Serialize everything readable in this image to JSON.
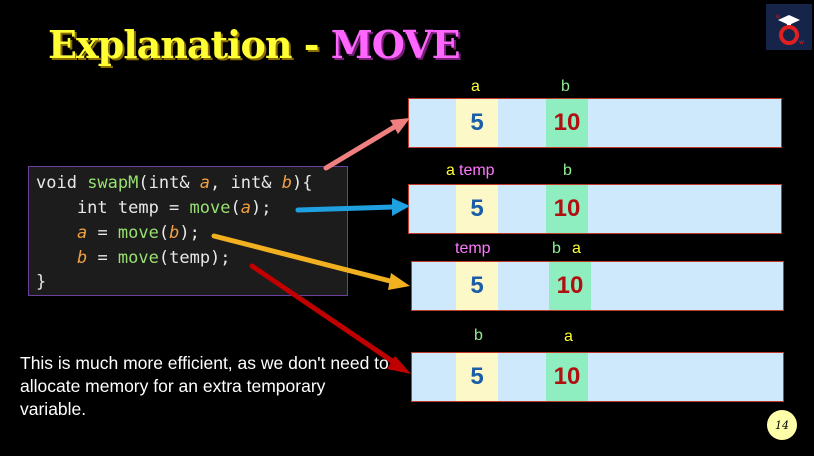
{
  "title": {
    "part1": "Explanation - ",
    "part2": "MOVE"
  },
  "code": {
    "line1": {
      "a": "void ",
      "b": "swapM",
      "c": "(int& ",
      "d": "a",
      "e": ", int& ",
      "f": "b",
      "g": "){"
    },
    "line2": {
      "a": "    int temp = ",
      "b": "move",
      "c": "(",
      "d": "a",
      "e": ");"
    },
    "line3": {
      "a": "    ",
      "b": "a",
      "c": " = ",
      "d": "move",
      "e": "(",
      "f": "b",
      "g": ");"
    },
    "line4": {
      "a": "    ",
      "b": "b",
      "c": " = ",
      "d": "move",
      "e": "(temp);"
    },
    "line5": "}"
  },
  "paragraph": "This is much more efficient, as we don't need to allocate memory for an extra temporary variable.",
  "rows": [
    {
      "labels": [
        "a",
        "b"
      ],
      "val1": "5",
      "val2": "10"
    },
    {
      "labels": [
        "a",
        "temp",
        "b"
      ],
      "val1": "5",
      "val2": "10"
    },
    {
      "labels": [
        "temp",
        "b",
        "a"
      ],
      "val1": "5",
      "val2": "10"
    },
    {
      "labels": [
        "b",
        "a"
      ],
      "val1": "5",
      "val2": "10"
    }
  ],
  "page_number": "14",
  "arrow_colors": [
    "#f08080",
    "#1fa0e0",
    "#f0b020",
    "#c00000"
  ]
}
